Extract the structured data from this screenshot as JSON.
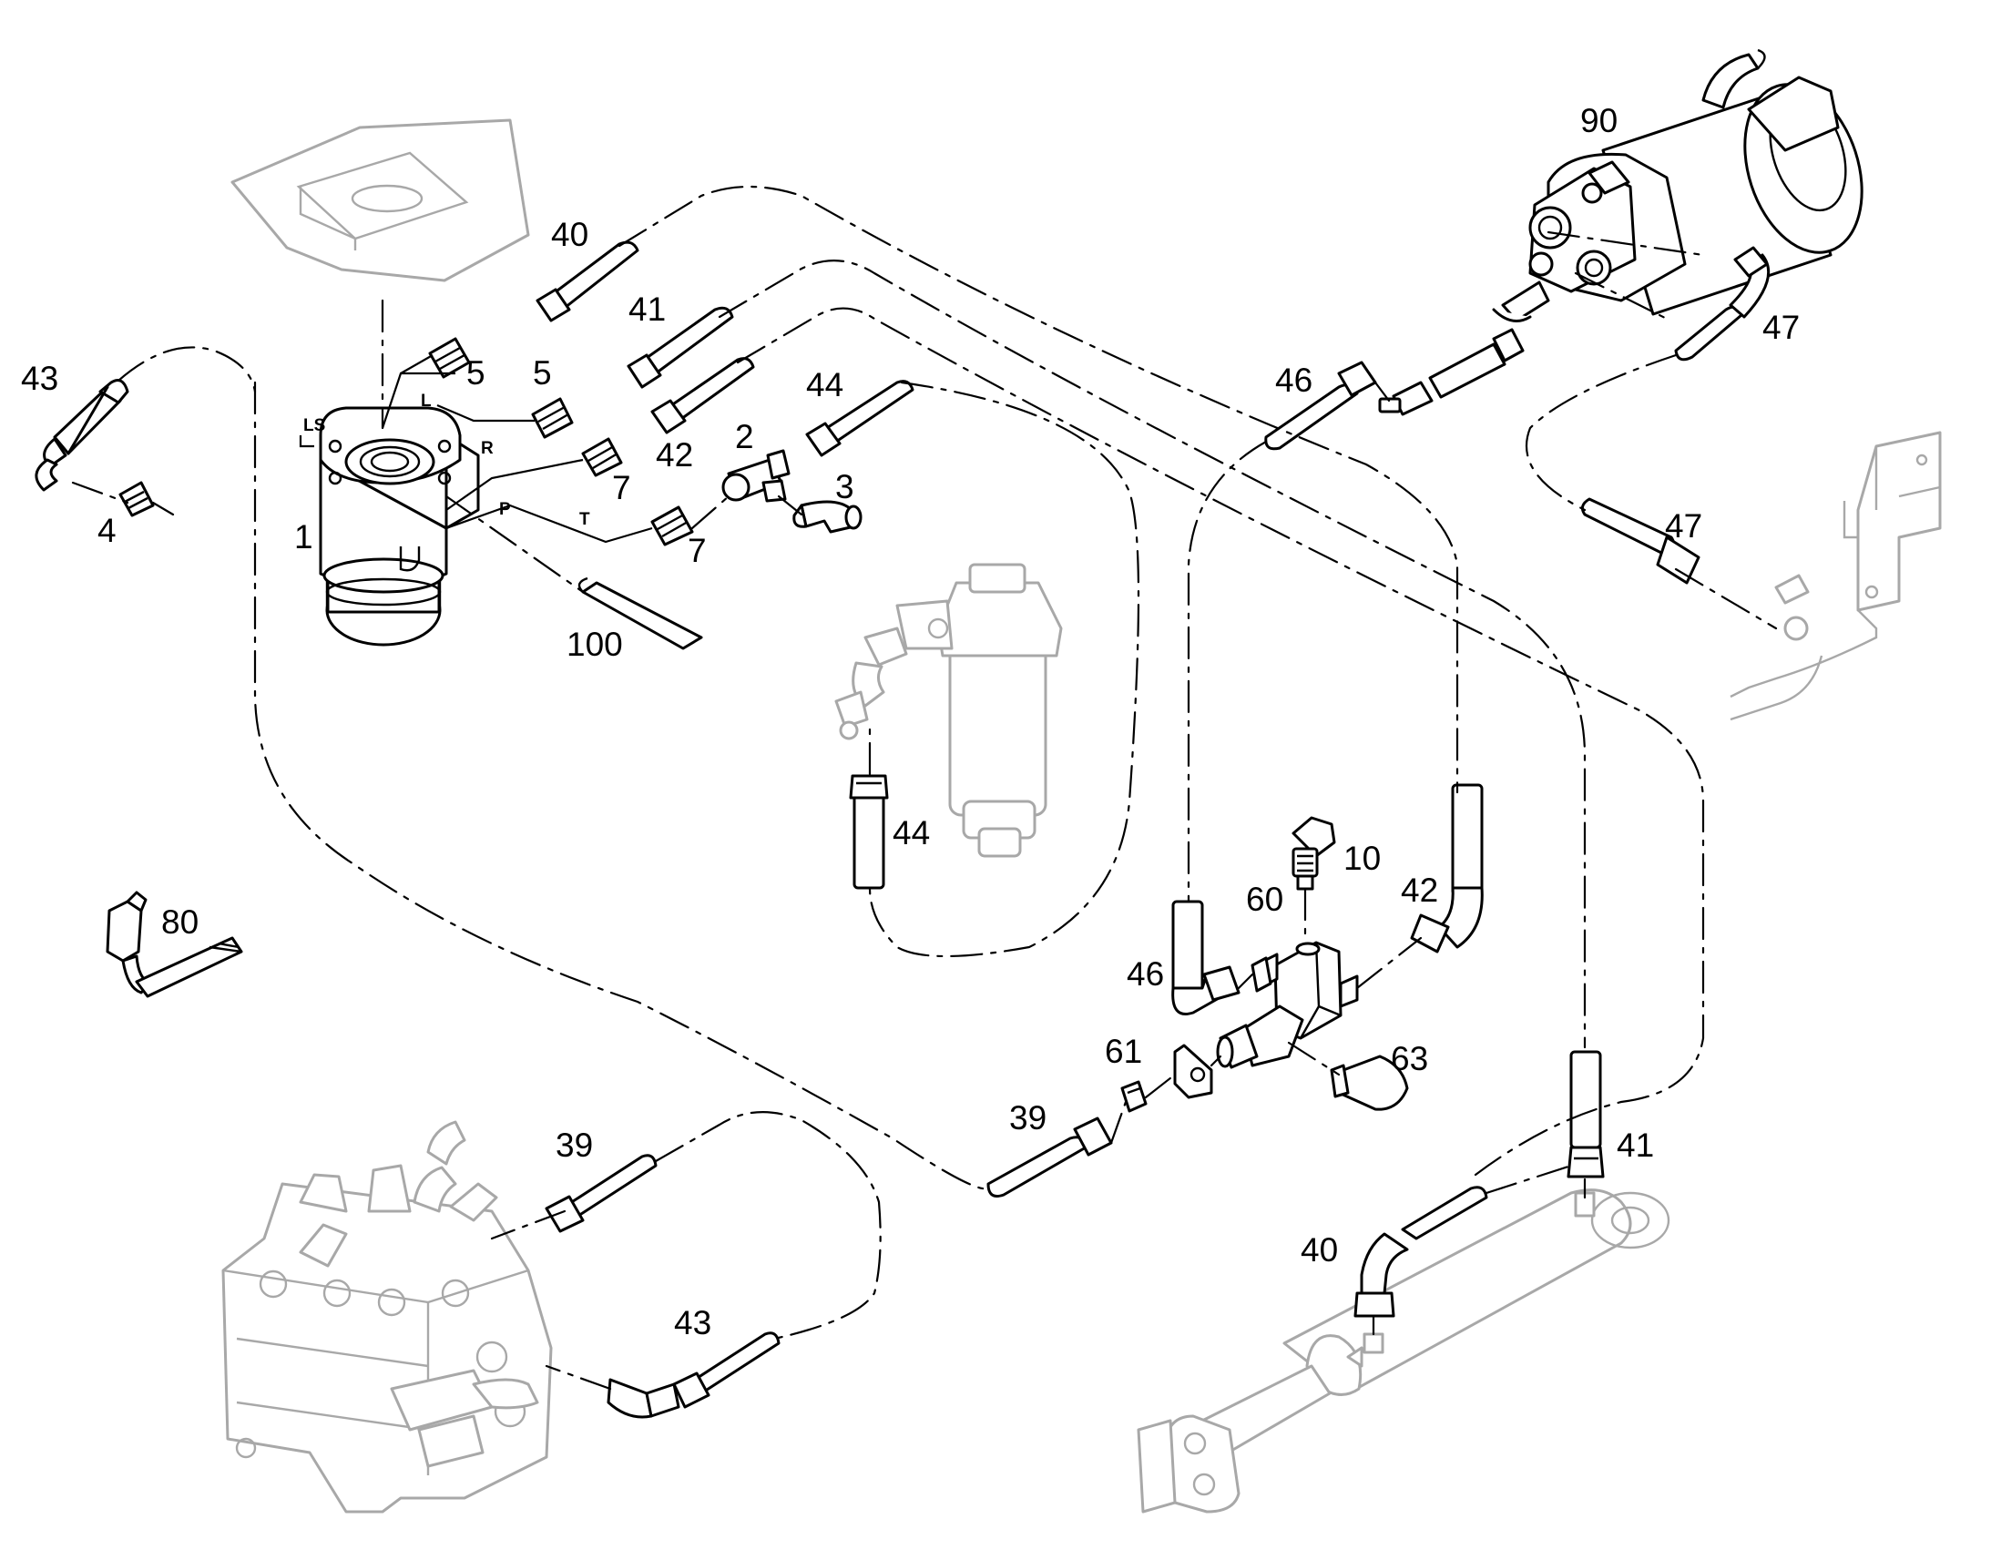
{
  "callouts": {
    "c1": "1",
    "c2": "2",
    "c3": "3",
    "c4": "4",
    "c5a": "5",
    "c5b": "5",
    "c7a": "7",
    "c7b": "7",
    "c10": "10",
    "c39a": "39",
    "c39b": "39",
    "c40a": "40",
    "c40b": "40",
    "c41a": "41",
    "c41b": "41",
    "c42a": "42",
    "c42b": "42",
    "c43a": "43",
    "c43b": "43",
    "c44a": "44",
    "c44b": "44",
    "c46a": "46",
    "c46b": "46",
    "c47a": "47",
    "c47b": "47",
    "c60": "60",
    "c61": "61",
    "c63": "63",
    "c80": "80",
    "c90": "90",
    "c100": "100"
  },
  "ports": {
    "ls": "LS",
    "l": "L",
    "r": "R",
    "p": "P",
    "t": "T"
  },
  "colors": {
    "line": "#000000",
    "ghost": "#a8a8a8",
    "background": "#ffffff"
  }
}
